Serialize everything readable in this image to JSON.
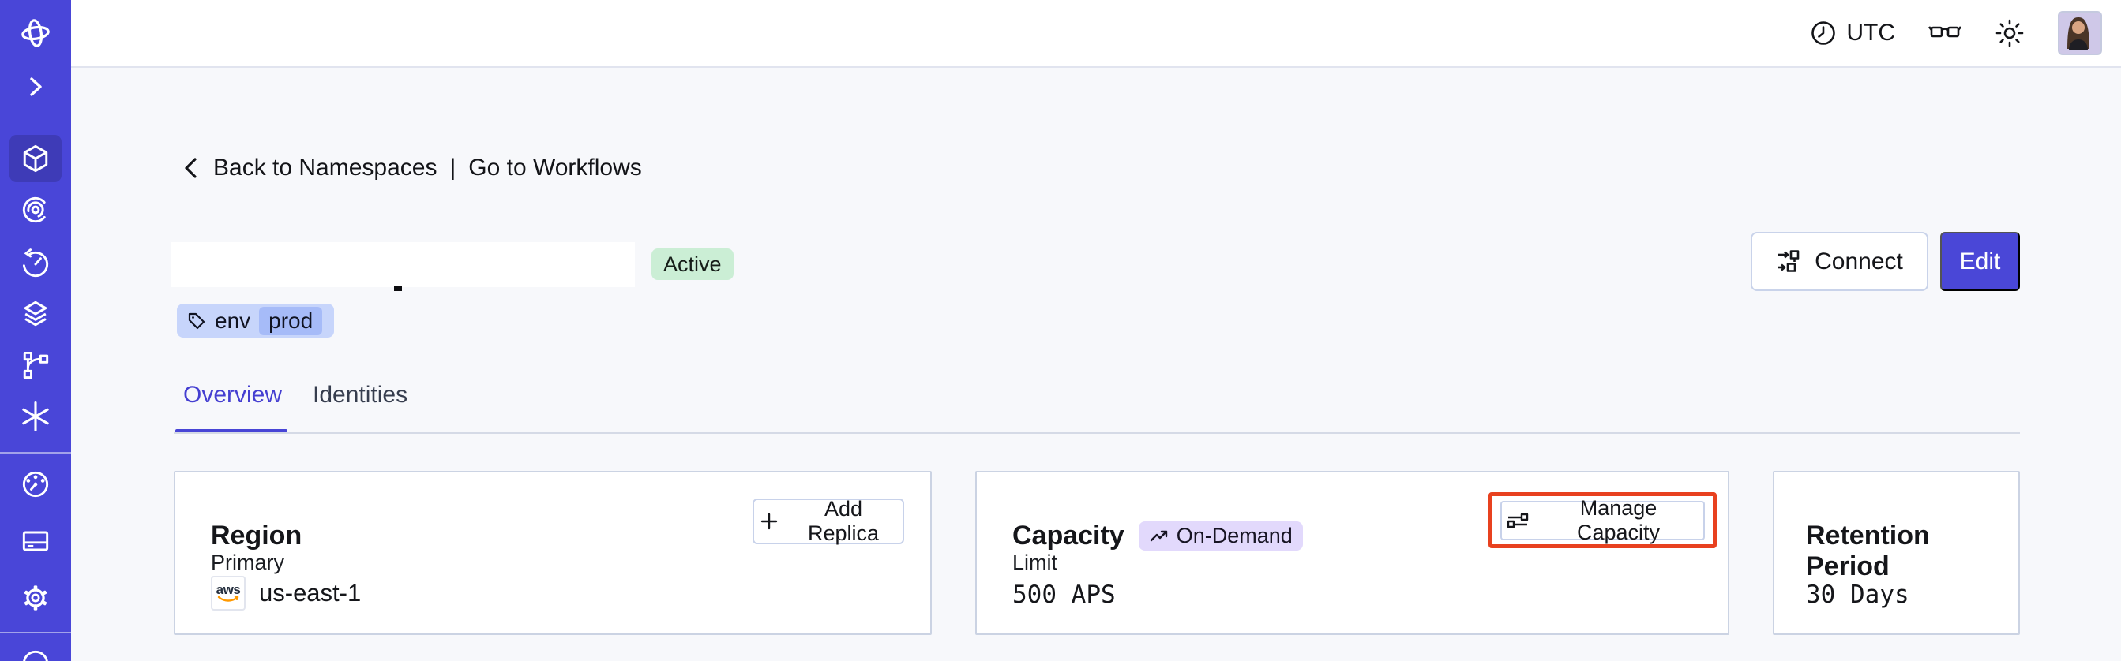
{
  "sidebar": {
    "items": [
      {
        "icon": "temporal-logo"
      },
      {
        "icon": "chevron-right-icon"
      },
      {
        "icon": "namespaces-cube-icon",
        "active": true
      },
      {
        "icon": "nexus-spiral-icon"
      },
      {
        "icon": "schedules-clock-icon"
      },
      {
        "icon": "layers-icon"
      },
      {
        "icon": "branch-icon"
      },
      {
        "icon": "asterisk-icon"
      },
      {
        "icon": "usage-gauge-icon"
      },
      {
        "icon": "billing-card-icon"
      },
      {
        "icon": "settings-gear-icon"
      },
      {
        "icon": "help-circle-icon-partial"
      }
    ]
  },
  "topbar": {
    "timezone": "UTC",
    "icons": [
      "clock-icon",
      "glasses-icon",
      "sun-icon",
      "user-avatar"
    ]
  },
  "breadcrumb": {
    "back_label": "Back to Namespaces",
    "separator": "|",
    "workflows_label": "Go to Workflows"
  },
  "namespace_header": {
    "status": "Active",
    "tag_key": "env",
    "tag_value": "prod",
    "connect_label": "Connect",
    "edit_label": "Edit"
  },
  "tabs": [
    {
      "label": "Overview",
      "active": true
    },
    {
      "label": "Identities",
      "active": false
    }
  ],
  "cards": {
    "region": {
      "title": "Region",
      "action_label": "Add Replica",
      "field_label": "Primary",
      "provider": "aws",
      "value": "us-east-1"
    },
    "capacity": {
      "title": "Capacity",
      "badge": "On-Demand",
      "action_label": "Manage Capacity",
      "field_label": "Limit",
      "value": "500 APS",
      "action_highlighted": true
    },
    "retention": {
      "title": "Retention Period",
      "value": "30 Days"
    }
  },
  "colors": {
    "sidebar": "#4946d8",
    "sidebar_active": "#3e3bb7",
    "accent_indigo": "#4845d8",
    "highlight_red": "#e8411f",
    "status_badge_bg": "#cbeed5",
    "tag_bg": "#c7d5fb",
    "tag_chip_bg": "#a6bbf8",
    "on_demand_bg": "#e2d9fc",
    "aws_orange": "#ff9900",
    "content_bg": "#f7f8fb"
  }
}
